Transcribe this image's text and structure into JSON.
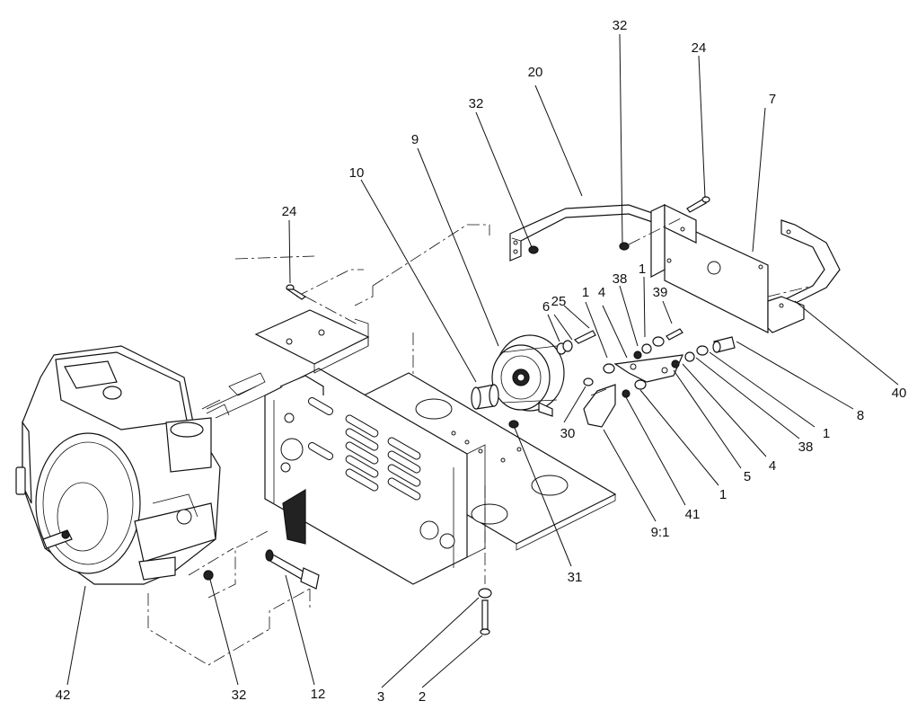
{
  "callouts": [
    {
      "id": "c1",
      "label": "32"
    },
    {
      "id": "c2",
      "label": "24"
    },
    {
      "id": "c3",
      "label": "20"
    },
    {
      "id": "c4",
      "label": "32"
    },
    {
      "id": "c5",
      "label": "7"
    },
    {
      "id": "c6",
      "label": "9"
    },
    {
      "id": "c7",
      "label": "10"
    },
    {
      "id": "c8",
      "label": "24"
    },
    {
      "id": "c9",
      "label": "1"
    },
    {
      "id": "c10",
      "label": "38"
    },
    {
      "id": "c11",
      "label": "39"
    },
    {
      "id": "c12",
      "label": "25"
    },
    {
      "id": "c13",
      "label": "1"
    },
    {
      "id": "c14",
      "label": "4"
    },
    {
      "id": "c15",
      "label": "6"
    },
    {
      "id": "c16",
      "label": "40"
    },
    {
      "id": "c17",
      "label": "8"
    },
    {
      "id": "c18",
      "label": "1"
    },
    {
      "id": "c19",
      "label": "38"
    },
    {
      "id": "c20",
      "label": "4"
    },
    {
      "id": "c21",
      "label": "5"
    },
    {
      "id": "c22",
      "label": "1"
    },
    {
      "id": "c23",
      "label": "30"
    },
    {
      "id": "c24",
      "label": "41"
    },
    {
      "id": "c25",
      "label": "9:1"
    },
    {
      "id": "c26",
      "label": "31"
    },
    {
      "id": "c27",
      "label": "42"
    },
    {
      "id": "c28",
      "label": "32"
    },
    {
      "id": "c29",
      "label": "12"
    },
    {
      "id": "c30",
      "label": "3"
    },
    {
      "id": "c31",
      "label": "2"
    }
  ]
}
